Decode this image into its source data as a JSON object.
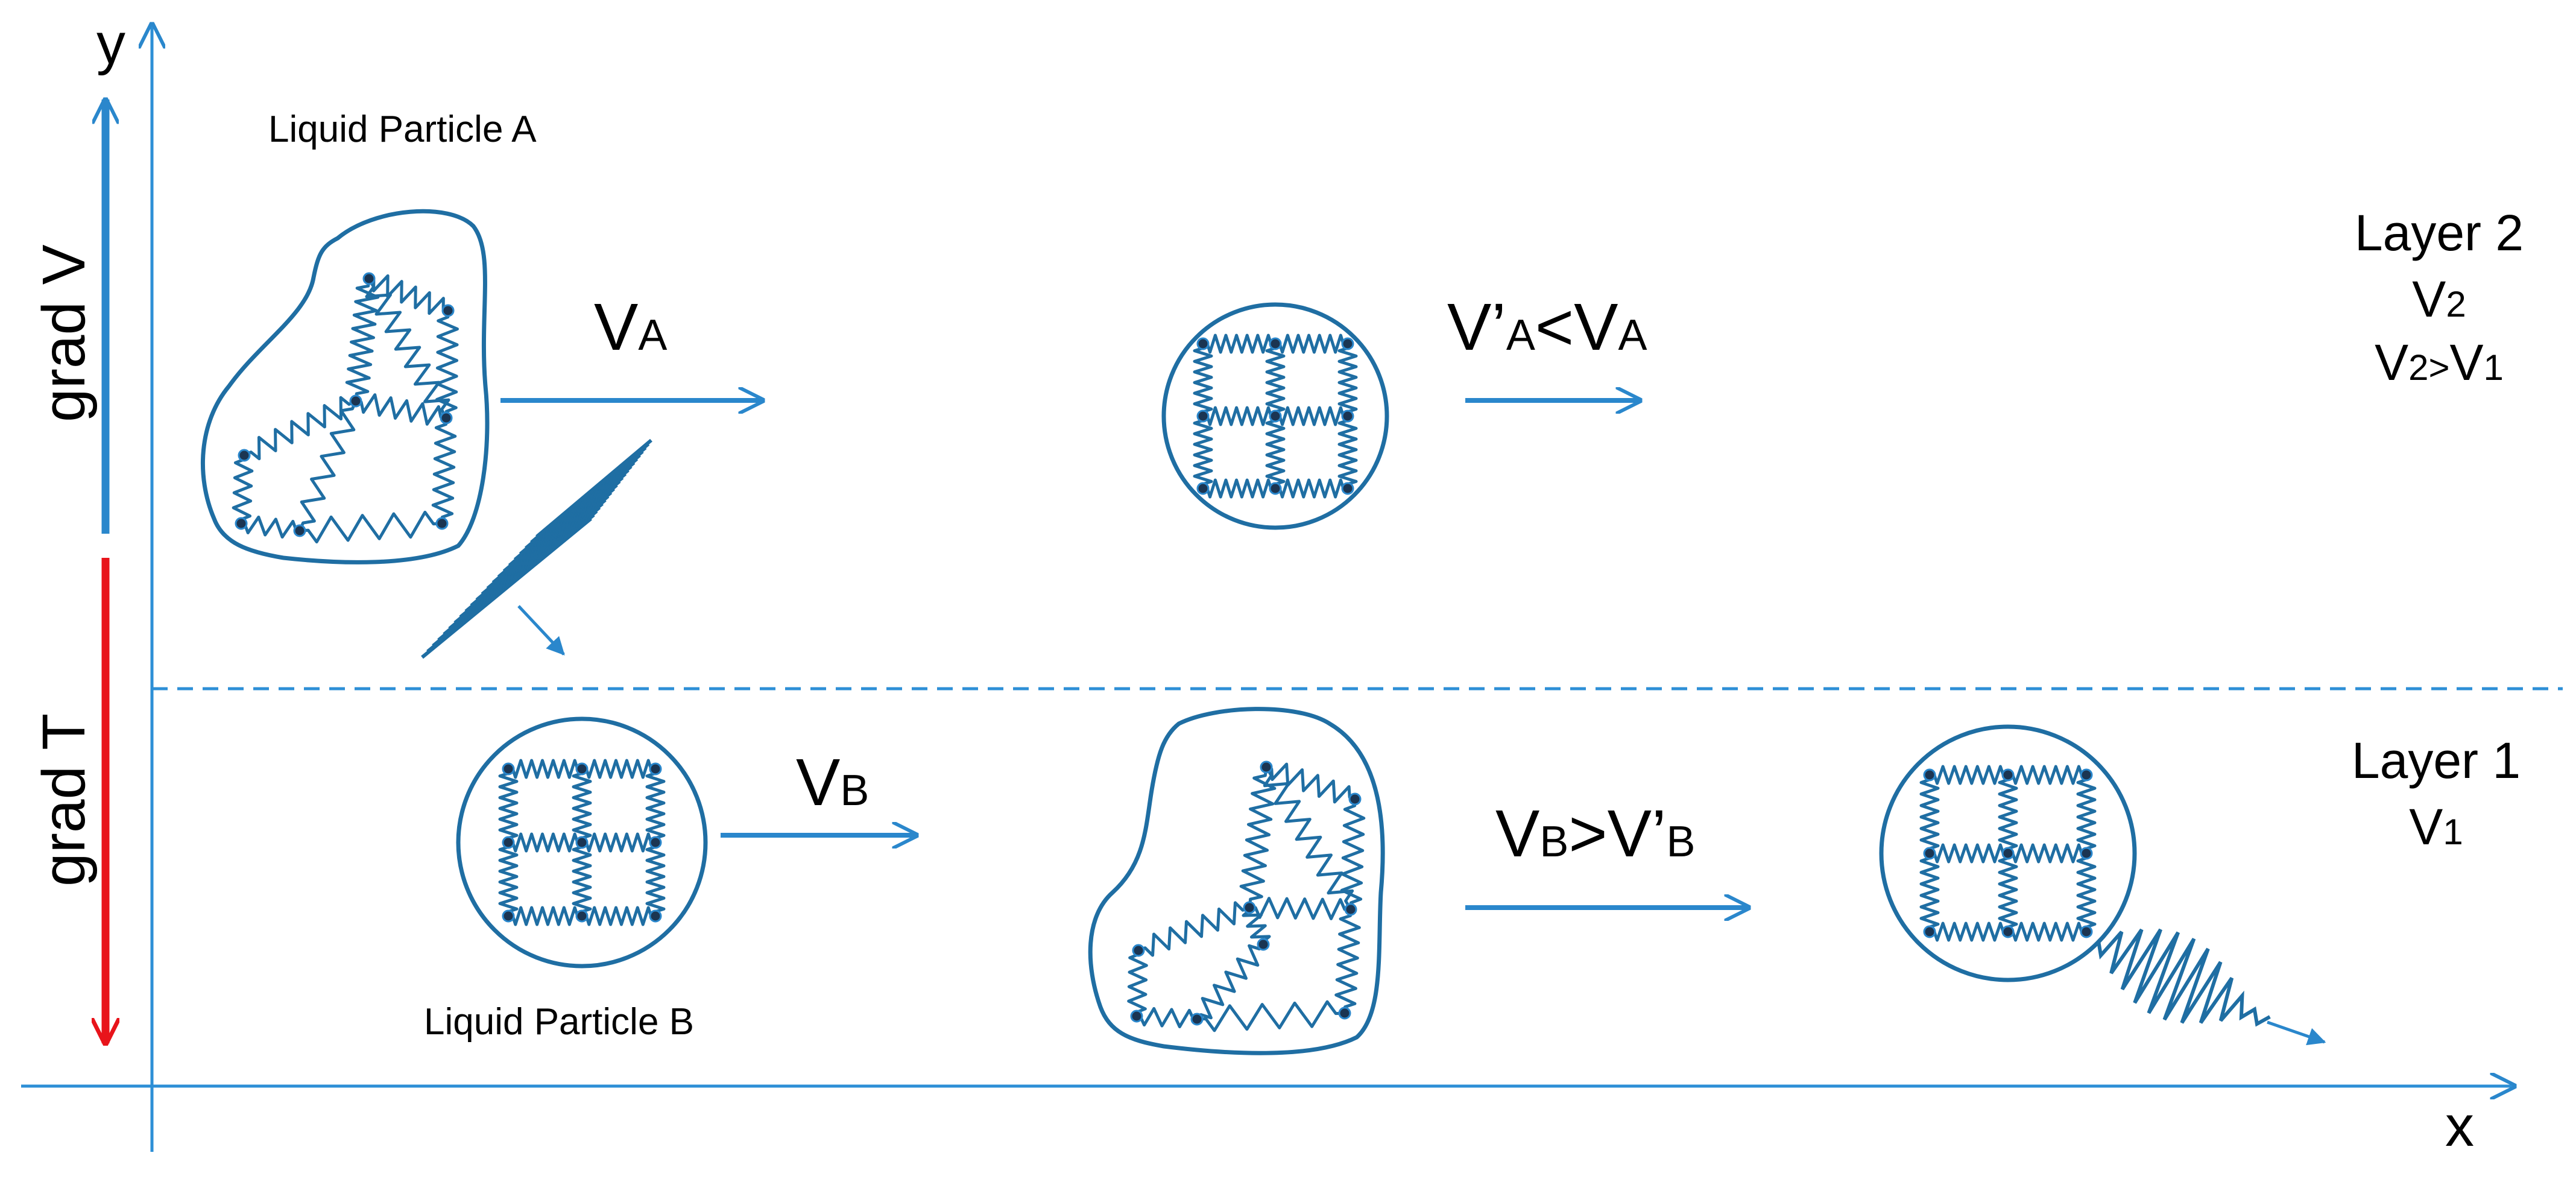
{
  "axes": {
    "y_label": "y",
    "x_label": "x"
  },
  "gradients": {
    "velocity_label": "grad V",
    "temperature_label": "grad T"
  },
  "particles": {
    "a_label": "Liquid Particle A",
    "b_label": "Liquid Particle B"
  },
  "velocities": {
    "va": {
      "main": "V",
      "sub": "A"
    },
    "va_prime": {
      "v1": "V’",
      "s1": "A",
      "op": "<V",
      "s2": "A"
    },
    "vb": {
      "main": "V",
      "sub": "B"
    },
    "vb_compare": {
      "v1": "V",
      "s1": "B",
      "op": ">V’",
      "s2": "B"
    }
  },
  "layers": {
    "layer2": {
      "title": "Layer 2",
      "speed_main": "V",
      "speed_sub": "2",
      "cmp_main1": "V",
      "cmp_sub1": "2>",
      "cmp_main2": "V",
      "cmp_sub2": "1"
    },
    "layer1": {
      "title": "Layer 1",
      "speed_main": "V",
      "speed_sub": "1"
    }
  },
  "colors": {
    "axis": "#2d8fd6",
    "particle": "#1f6ea3",
    "arrow": "#2a87cc",
    "temp_arrow": "#e8141b",
    "vel_arrow": "#2a87cc"
  }
}
